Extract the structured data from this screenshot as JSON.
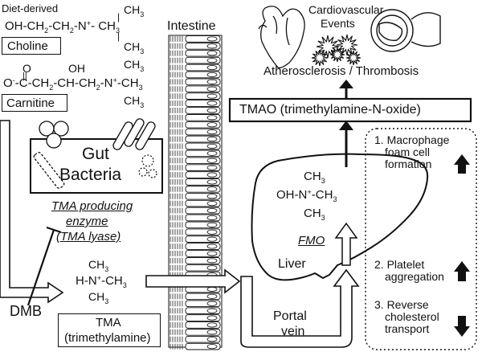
{
  "diet": {
    "header": "Diet-derived",
    "choline_formula": [
      "OH-CH",
      "2",
      "-CH",
      "2",
      "-N",
      "+",
      "- CH",
      "3"
    ],
    "choline_ch3_top": "CH3",
    "choline_ch3_bottom": "CH3",
    "choline_label": "Choline",
    "carnitine_ox": "O",
    "carnitine_oh": "OH",
    "carnitine_formula_main": "O-C-CH2-CH-CH2-N+-CH3",
    "carnitine_ch3_top": "CH3",
    "carnitine_ch3_bottom": "CH3",
    "carnitine_label": "Carnitine"
  },
  "gut": {
    "label_line1": "Gut",
    "label_line2": "Bacteria",
    "enzyme_line1": "TMA producing",
    "enzyme_line2": "enzyme",
    "enzyme_line3": "(TMA lyase)"
  },
  "intestine_label": "Intestine",
  "inhibitor": "DMB",
  "tma": {
    "formula_left": "H-N+-CH3",
    "ch3_top": "CH3",
    "ch3_bottom": "CH3",
    "box_line1": "TMA",
    "box_line2": "(trimethylamine)"
  },
  "liver": {
    "label": "Liver",
    "enzyme": "FMO",
    "tmao_formula": "OH-N+-CH3",
    "ch3_top": "CH3",
    "ch3_bottom": "CH3",
    "portal_line1": "Portal",
    "portal_line2": "vein"
  },
  "tmao_box": "TMAO (trimethylamine-N-oxide)",
  "outcomes": {
    "cv_line1": "Cardiovascular",
    "cv_line2": "Events",
    "athero": "Atherosclerosis / Thrombosis"
  },
  "effects": [
    {
      "lines": [
        "1. Macrophage",
        "foam cell",
        "formation"
      ],
      "direction": "up"
    },
    {
      "lines": [
        "2. Platelet",
        "aggregation"
      ],
      "direction": "up"
    },
    {
      "lines": [
        "3. Reverse",
        "cholesterol",
        "transport"
      ],
      "direction": "down"
    }
  ]
}
